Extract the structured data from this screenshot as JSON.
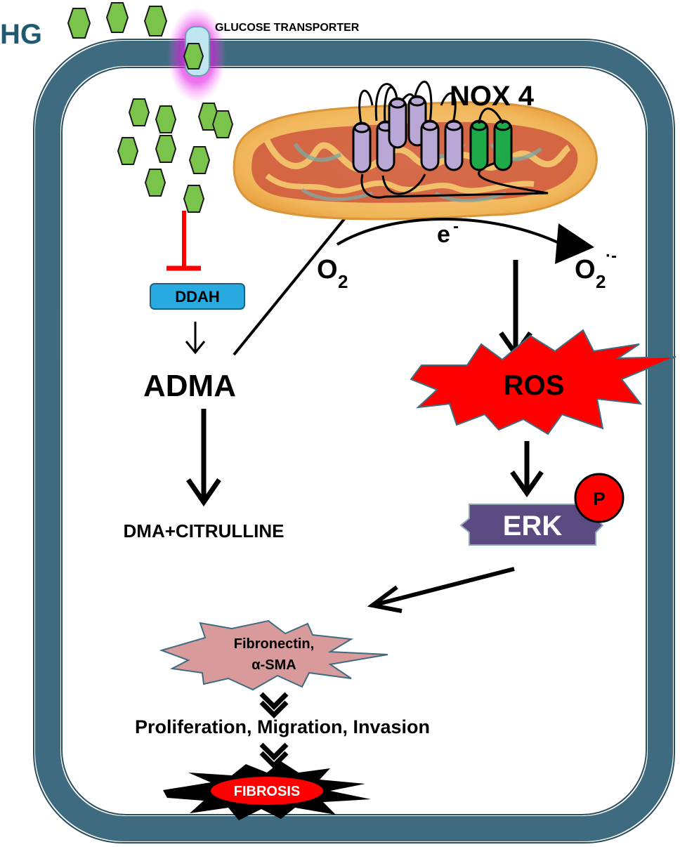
{
  "labels": {
    "hg": "HG",
    "glucose_transporter": "GLUCOSE TRANSPORTER",
    "nox4": "NOX 4",
    "electron": "e",
    "electron_charge": "-",
    "o2_symbol": "O",
    "o2_subscript": "2",
    "superoxide_symbol": "O",
    "superoxide_subscript": "2",
    "superoxide_superscript": "·-",
    "ddah": "DDAH",
    "adma": "ADMA",
    "dma_citrulline": "DMA+CITRULLINE",
    "ros": "ROS",
    "erk": "ERK",
    "phospho": "P",
    "fibronectin_line1": "Fibronectin,",
    "fibronectin_line2": "α-SMA",
    "outcomes": "Proliferation, Migration, Invasion",
    "fibrosis": "FIBROSIS"
  },
  "colors": {
    "cell_membrane": "#3e6b80",
    "glucose": "#7bc44c",
    "ddah_box": "#29abe2",
    "ros_burst": "#ff0000",
    "erk_box": "#5b4a82",
    "phospho_circle": "#ff0000",
    "fibronectin_star": "#d89a9a",
    "inhibition": "#ff0000",
    "hg_text": "#1f5a70",
    "nox_helix": "#b9a8d6",
    "nox_helix_green": "#1faa4a"
  }
}
